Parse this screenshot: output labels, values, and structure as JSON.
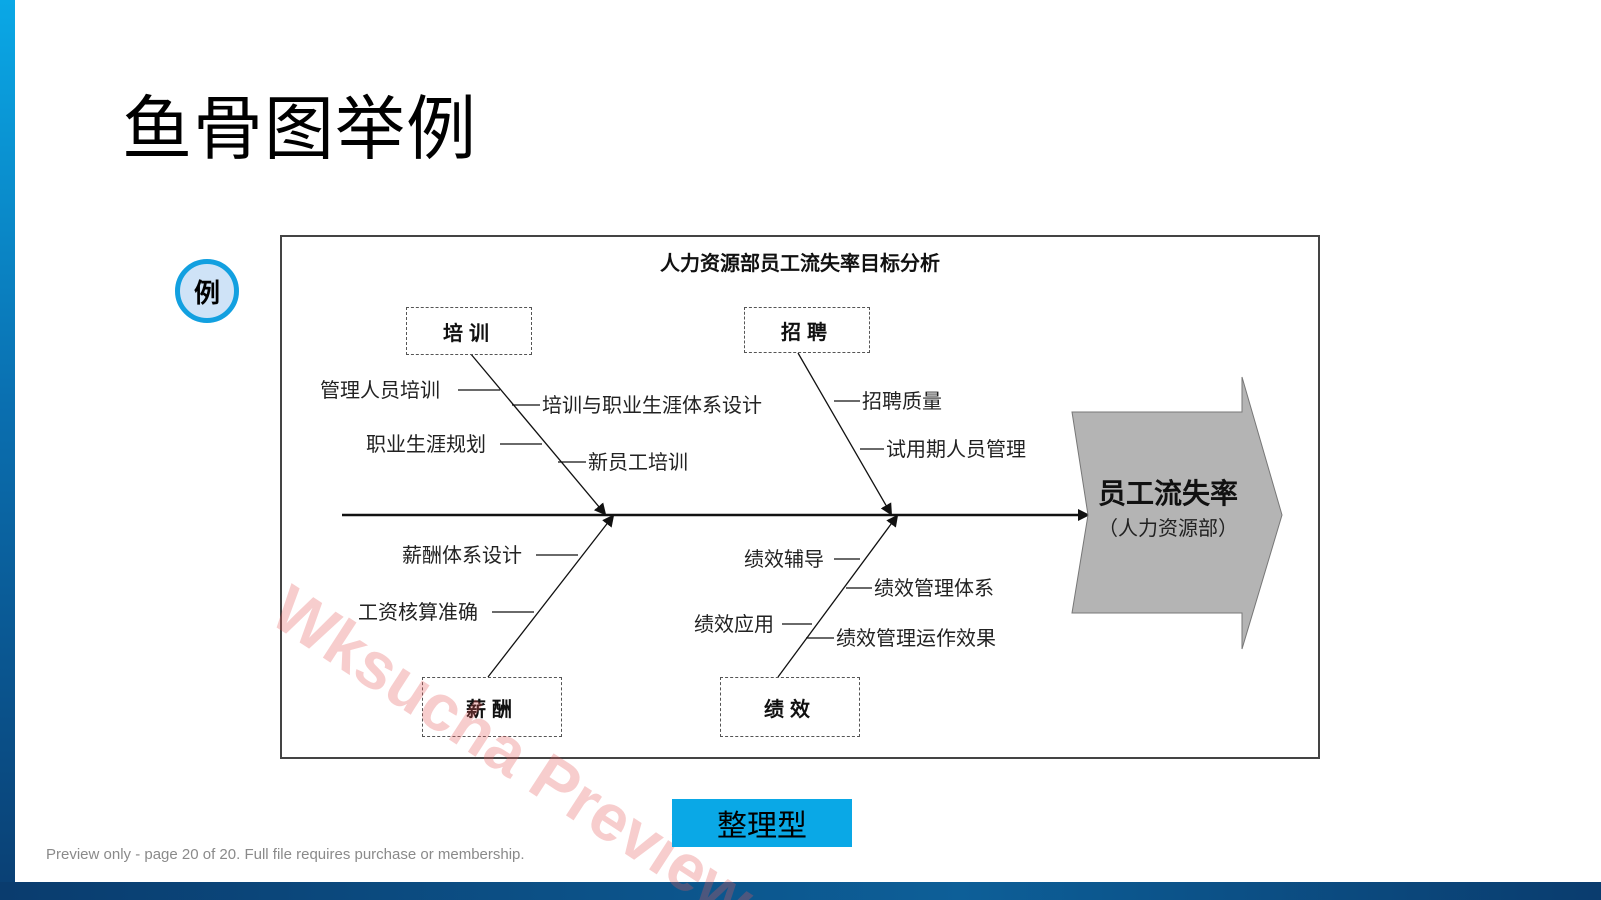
{
  "slide": {
    "title": "鱼骨图举例",
    "badge": "例",
    "tag": "整理型",
    "footer": "Preview only - page 20 of 20. Full file requires purchase or membership.",
    "watermark": "Wksucha Preview"
  },
  "diagram": {
    "title": "人力资源部员工流失率目标分析",
    "effect": {
      "title": "员工流失率",
      "subtitle": "（人力资源部）"
    },
    "categories": {
      "training": {
        "label": "培训",
        "causes": [
          "管理人员培训",
          "培训与职业生涯体系设计",
          "职业生涯规划",
          "新员工培训"
        ]
      },
      "recruitment": {
        "label": "招聘",
        "causes": [
          "招聘质量",
          "试用期人员管理"
        ]
      },
      "salary": {
        "label": "薪酬",
        "causes": [
          "薪酬体系设计",
          "工资核算准确"
        ]
      },
      "performance": {
        "label": "绩效",
        "causes": [
          "绩效辅导",
          "绩效管理体系",
          "绩效应用",
          "绩效管理运作效果"
        ]
      }
    }
  },
  "colors": {
    "accent": "#0aa8e6",
    "dark_blue": "#0a3c6e",
    "effect_fill": "#b4b4b4",
    "watermark": "#e65a5a"
  }
}
